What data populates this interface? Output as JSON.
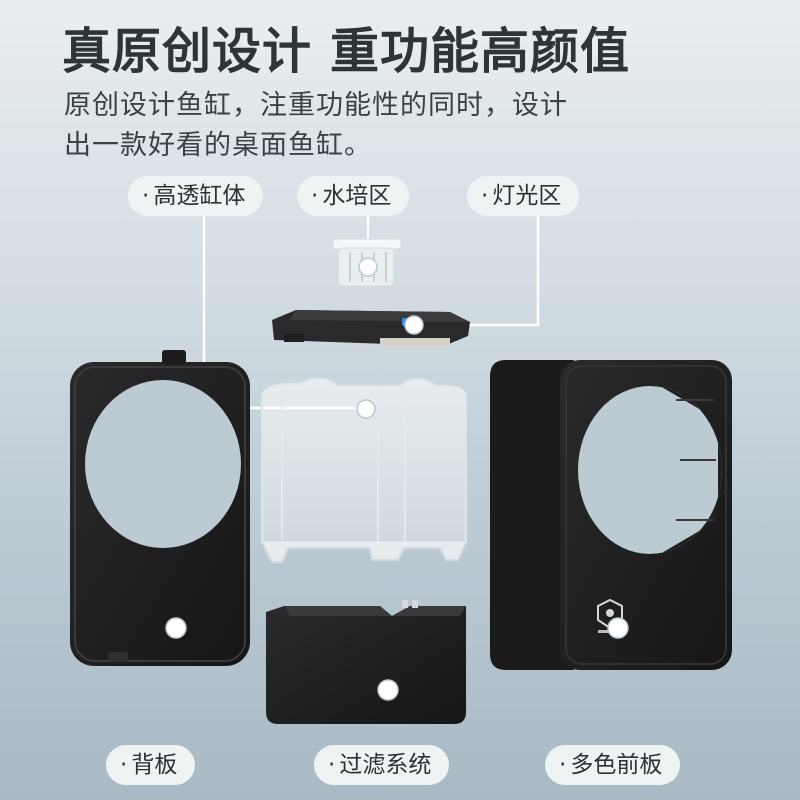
{
  "headline": "真原创设计 重功能高颜值",
  "description": {
    "line1": "原创设计鱼缸，注重功能性的同时，设计",
    "line2": "出一款好看的桌面鱼缸。"
  },
  "callouts": {
    "tank_body": "高透缸体",
    "hydroponic_area": "水培区",
    "light_area": "灯光区",
    "back_panel": "背板",
    "filter_system": "过滤系统",
    "front_panel": "多色前板"
  },
  "callout_prefix": "·",
  "colors": {
    "panel_black": "#1f1f21",
    "accent_blue": "#2f8ff0",
    "pill_bg": "#eef3f4",
    "headline": "#2d3538"
  }
}
